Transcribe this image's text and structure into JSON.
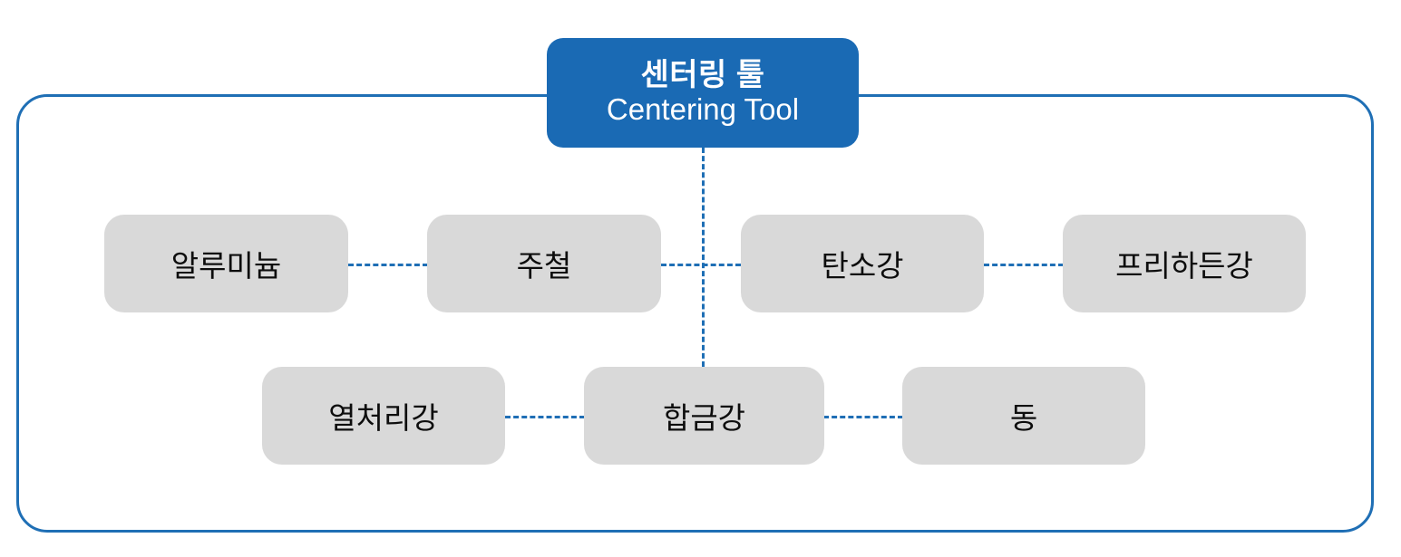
{
  "diagram": {
    "root": {
      "title_ko": "센터링 툴",
      "title_en": "Centering Tool",
      "color": "#1A6AB4"
    },
    "frame": {
      "border_color": "#1F6FB5"
    },
    "node_color": "#D9D9D9",
    "connector_color": "#1F6FB5",
    "rows": [
      {
        "name": "row-1",
        "nodes": [
          {
            "label": "알루미늄"
          },
          {
            "label": "주철"
          },
          {
            "label": "탄소강"
          },
          {
            "label": "프리하든강"
          }
        ]
      },
      {
        "name": "row-2",
        "nodes": [
          {
            "label": "열처리강"
          },
          {
            "label": "합금강"
          },
          {
            "label": "동"
          }
        ]
      }
    ]
  }
}
